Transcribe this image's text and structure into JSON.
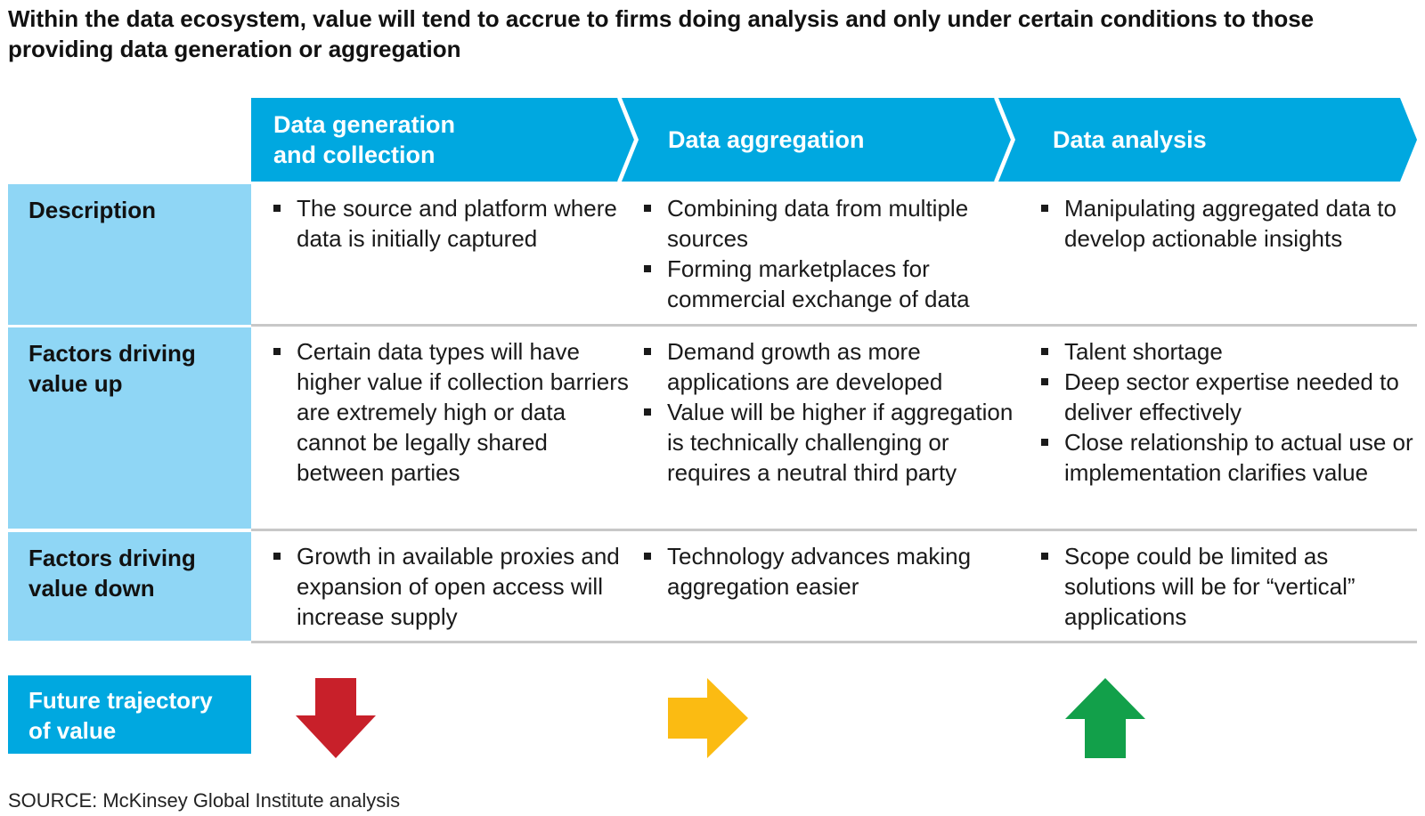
{
  "title": "Within the data ecosystem, value will tend to accrue to firms doing analysis and only under certain conditions to those providing data generation or aggregation",
  "stages": [
    {
      "label_line1": "Data generation",
      "label_line2": "and collection"
    },
    {
      "label": "Data aggregation"
    },
    {
      "label": "Data analysis"
    }
  ],
  "rows": {
    "description": {
      "label": "Description",
      "cells": [
        [
          "The source and platform where data is initially captured"
        ],
        [
          "Combining data from multiple sources",
          "Forming marketplaces for commercial exchange of data"
        ],
        [
          "Manipulating aggregated data to develop actionable insights"
        ]
      ]
    },
    "value_up": {
      "label_line1": "Factors driving",
      "label_line2": "value up",
      "cells": [
        [
          "Certain data types will have higher value if collection barriers are extremely high or data cannot be legally shared between parties"
        ],
        [
          "Demand growth as more applications are developed",
          "Value will be higher if aggregation is technically challenging or requires a neutral third party"
        ],
        [
          "Talent shortage",
          "Deep sector expertise needed to deliver effectively",
          "Close relationship to actual use or implementation clarifies value"
        ]
      ]
    },
    "value_down": {
      "label_line1": "Factors driving",
      "label_line2": "value down",
      "cells": [
        [
          "Growth in available proxies and expansion of open access will increase supply"
        ],
        [
          "Technology advances making aggregation easier"
        ],
        [
          "Scope could be limited as solutions will be for “vertical” applications"
        ]
      ]
    },
    "trajectory": {
      "label_line1": "Future trajectory",
      "label_line2": "of value",
      "arrows": [
        {
          "direction": "down",
          "icon": "arrow-down-icon",
          "color": "#c8202a"
        },
        {
          "direction": "right",
          "icon": "arrow-right-icon",
          "color": "#fbbb12"
        },
        {
          "direction": "up",
          "icon": "arrow-up-icon",
          "color": "#12a04a"
        }
      ]
    }
  },
  "colors": {
    "header_blue": "#00a8e0",
    "label_light_blue": "#8fd6f5",
    "rule_gray": "#c8c8c8"
  },
  "source": "SOURCE:  McKinsey Global Institute analysis"
}
